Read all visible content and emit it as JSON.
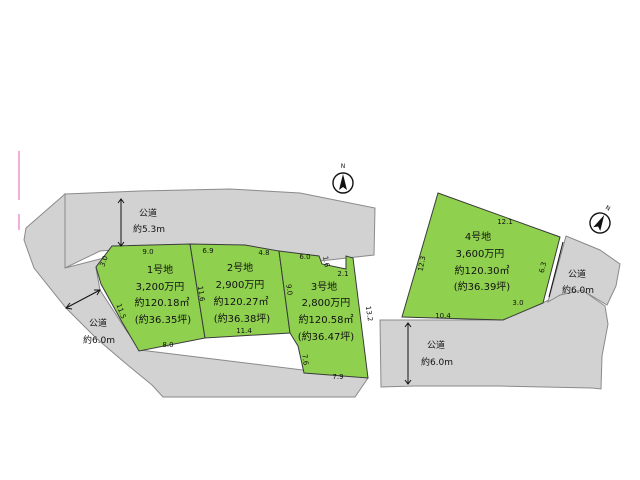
{
  "lots": [
    {
      "id": "lot-1",
      "name": "1号地",
      "price": "3,200万円",
      "area_sqm": "約120.18㎡",
      "area_tsubo": "(約36.35坪)"
    },
    {
      "id": "lot-2",
      "name": "2号地",
      "price": "2,900万円",
      "area_sqm": "約120.27㎡",
      "area_tsubo": "(約36.38坪)"
    },
    {
      "id": "lot-3",
      "name": "3号地",
      "price": "2,800万円",
      "area_sqm": "約120.58㎡",
      "area_tsubo": "(約36.47坪)"
    },
    {
      "id": "lot-4",
      "name": "4号地",
      "price": "3,600万円",
      "area_sqm": "約120.30㎡",
      "area_tsubo": "(約36.39坪)"
    }
  ],
  "roads": {
    "north": {
      "label": "公道",
      "width": "約5.3m"
    },
    "west": {
      "label": "公道",
      "width": "約6.0m"
    },
    "south_right": {
      "label": "公道",
      "width": "約6.0m"
    },
    "east_right": {
      "label": "公道",
      "width": "約6.0m"
    }
  },
  "dimensions": {
    "d1": "9.0",
    "d2": "3.0",
    "d3": "11.5",
    "d4": "8.0",
    "d5": "6.9",
    "d6": "4.8",
    "d7": "11.6",
    "d8": "11.4",
    "d9": "6.0",
    "d10": "1.6",
    "d11": "2.1",
    "d12": "9.0",
    "d13": "7.6",
    "d14": "7.9",
    "d15": "13.2",
    "d16": "12.1",
    "d17": "12.3",
    "d18": "6.3",
    "d19": "3.0",
    "d20": "10.4"
  },
  "compass": {
    "north_label": "N"
  }
}
